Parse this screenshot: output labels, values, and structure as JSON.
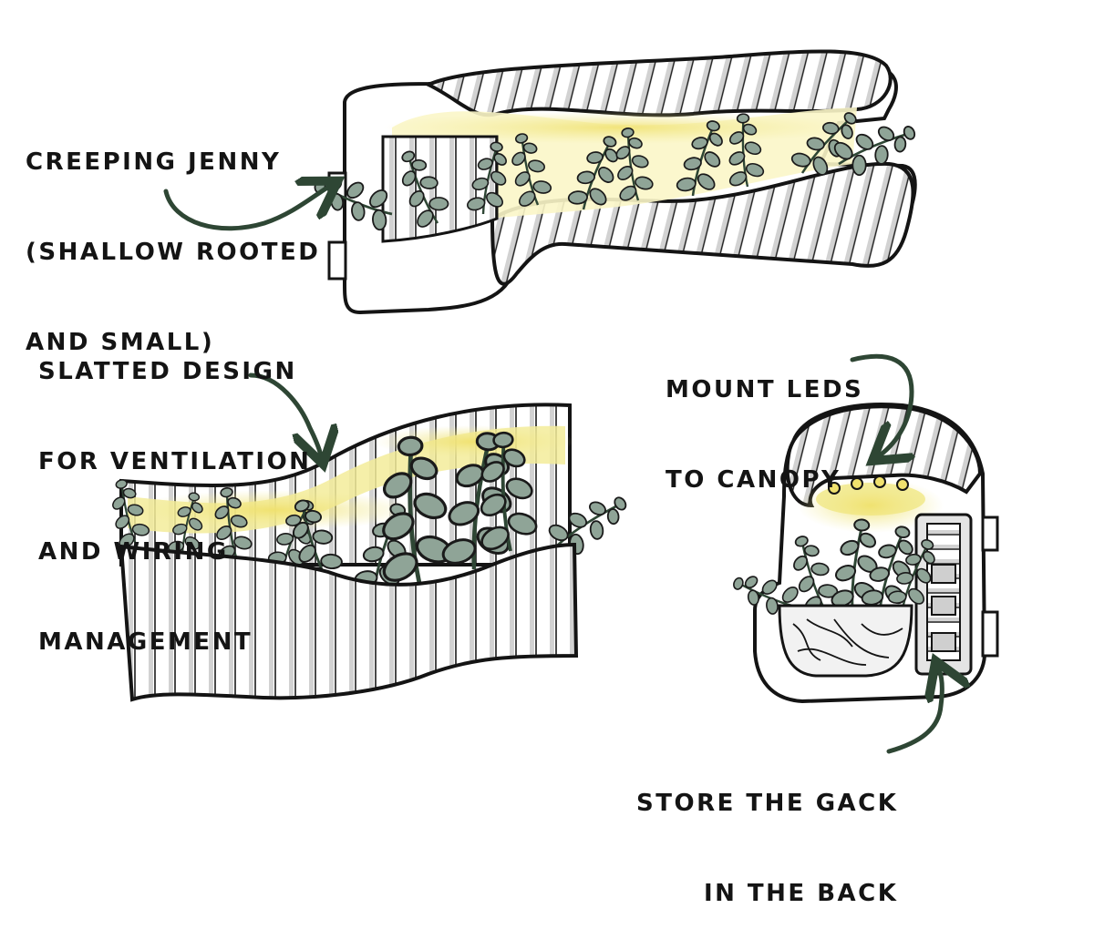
{
  "annotations": {
    "creeping_jenny": {
      "lines": [
        "CREEPING JENNY",
        "(SHALLOW ROOTED",
        "AND SMALL)"
      ]
    },
    "slatted_design": {
      "lines": [
        "SLATTED DESIGN",
        "FOR VENTILATION",
        "AND WIRING",
        "MANAGEMENT"
      ]
    },
    "mount_leds": {
      "lines": [
        "MOUNT LEDS",
        "TO CANOPY"
      ]
    },
    "store_gack": {
      "lines": [
        "STORE THE GACK",
        "IN THE BACK"
      ]
    }
  },
  "colors": {
    "ink": "#141414",
    "leaf": "#8fa497",
    "leaf_dark": "#2e4634",
    "arrow": "#2e4634",
    "glow": "#f3ec9a",
    "glow_strong": "#f0e16e",
    "slat_shadow": "#cfcfcf",
    "body": "#ffffff"
  }
}
